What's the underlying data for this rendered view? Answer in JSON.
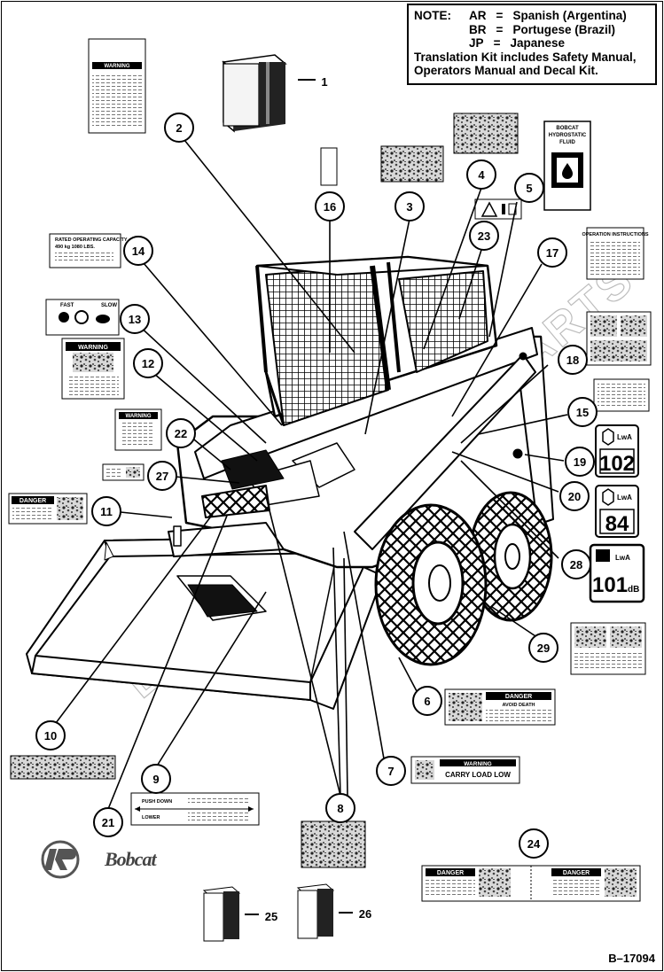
{
  "note": {
    "label": "NOTE:",
    "rows": [
      {
        "code": "AR",
        "eq": "=",
        "lang": "Spanish (Argentina)"
      },
      {
        "code": "BR",
        "eq": "=",
        "lang": "Portugese (Brazil)"
      },
      {
        "code": "JP",
        "eq": "=",
        "lang": "Japanese"
      }
    ],
    "line1": "Translation Kit includes Safety Manual,",
    "line2": "Operators Manual and Decal Kit."
  },
  "callouts": [
    "1",
    "2",
    "3",
    "4",
    "5",
    "6",
    "7",
    "8",
    "9",
    "10",
    "11",
    "12",
    "13",
    "14",
    "15",
    "16",
    "17",
    "18",
    "19",
    "20",
    "21",
    "22",
    "23",
    "24",
    "25",
    "26",
    "27",
    "28",
    "29"
  ],
  "decals": {
    "fluid_line1": "BOBCAT",
    "fluid_line2": "HYDROSTATIC",
    "fluid_line3": "FLUID",
    "operation_instructions": "OPERATION INSTRUCTIONS",
    "rated_capacity_line1": "RATED OPERATING CAPACITY",
    "rated_capacity_line2": "490 kg      1080 LBS.",
    "fast": "FAST",
    "slow": "SLOW",
    "warning": "WARNING",
    "danger": "DANGER",
    "avoid_death": "AVOID DEATH",
    "carry_load_low": "CARRY LOAD LOW",
    "push_down": "PUSH DOWN",
    "lower": "LOWER",
    "lwa": "LwA",
    "noise_102": "102",
    "noise_84": "84",
    "noise_101": "101",
    "db": "dB"
  },
  "logo_text": "Bobcat",
  "drawing_number": "B–17094",
  "watermark": "BEST-MAN-TOOWA PARTS"
}
